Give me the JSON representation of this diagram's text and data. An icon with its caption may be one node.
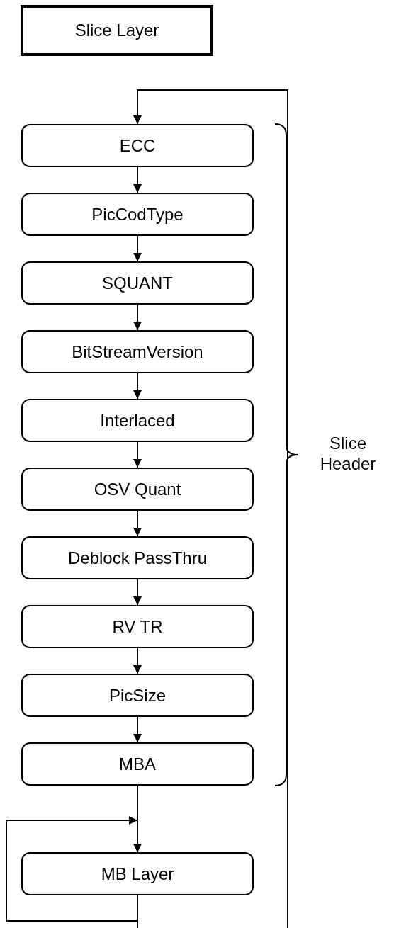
{
  "diagram": {
    "nodes": [
      {
        "text": [
          "Slice Layer"
        ]
      },
      {
        "text": [
          "ECC"
        ]
      },
      {
        "text": [
          "PicCodType"
        ]
      },
      {
        "text": [
          "SQUANT"
        ]
      },
      {
        "text": [
          "BitStreamVersion"
        ]
      },
      {
        "text": [
          "Interlaced"
        ]
      },
      {
        "text": [
          "OSV Quant"
        ]
      },
      {
        "text": [
          "Deblock PassThru"
        ]
      },
      {
        "text": [
          "RV TR"
        ]
      },
      {
        "text": [
          "PicSize"
        ]
      },
      {
        "text": [
          "MBA"
        ]
      },
      {
        "text": [
          "MB Layer"
        ]
      }
    ],
    "edges": [
      {
        "from": 1,
        "to": 2,
        "arrow": "to"
      },
      {
        "from": 2,
        "to": 3,
        "arrow": "to"
      },
      {
        "from": 3,
        "to": 4,
        "arrow": "to"
      },
      {
        "from": 4,
        "to": 5,
        "arrow": "to"
      },
      {
        "from": 5,
        "to": 6,
        "arrow": "to"
      },
      {
        "from": 6,
        "to": 7,
        "arrow": "to"
      },
      {
        "from": 7,
        "to": 8,
        "arrow": "to"
      },
      {
        "from": 8,
        "to": 9,
        "arrow": "to"
      },
      {
        "from": 9,
        "to": 10,
        "arrow": "to"
      },
      {
        "from": 10,
        "to": 11,
        "arrow": "to"
      },
      {
        "from": 11,
        "to": 11,
        "arrow": "to"
      },
      {
        "from": 11,
        "to": 1,
        "arrow": "to"
      }
    ],
    "labels": [
      "Slice Header"
    ]
  }
}
